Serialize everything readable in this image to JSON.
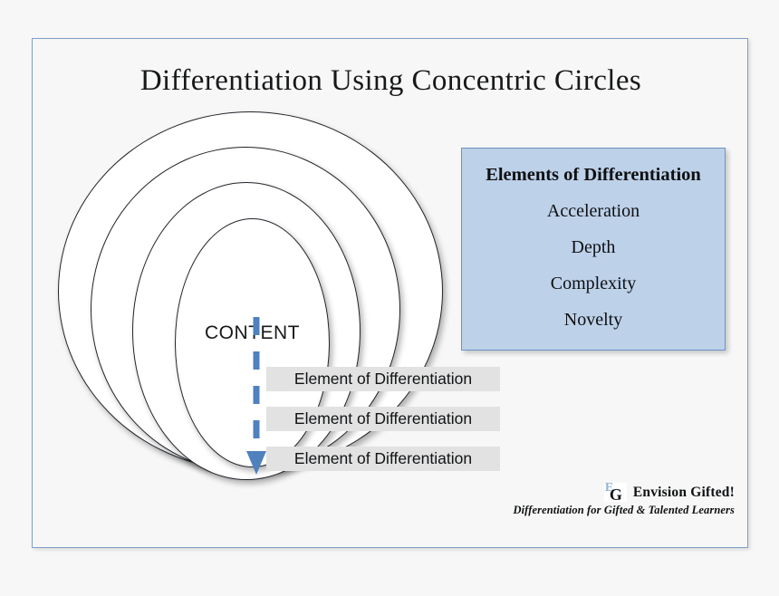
{
  "slide": {
    "title": "Differentiation Using Concentric Circles",
    "background_color": "#f7f7f7",
    "frame_border_color": "#7f9fc6"
  },
  "diagram": {
    "center_label": "CONTENT",
    "ring_count": 4,
    "ring_outline_color": "#20242a",
    "ring_fill_color": "#ffffff",
    "arrow": {
      "name": "dashed-down-arrow",
      "color": "#4f81bd",
      "direction": "down",
      "style": "dashed"
    },
    "element_labels": [
      "Element of Differentiation",
      "Element of Differentiation",
      "Element of Differentiation"
    ],
    "element_label_background": "#e2e2e2"
  },
  "legend": {
    "title": "Elements of Differentiation",
    "items": [
      "Acceleration",
      "Depth",
      "Complexity",
      "Novelty"
    ],
    "fill_color": "#bdd1e9",
    "border_color": "#6f93c4"
  },
  "footer": {
    "logo_mark_letter_1": "E",
    "logo_mark_letter_2": "G",
    "logo_mark_color": "#8fb4d4",
    "brand_name": "Envision Gifted!",
    "tagline": "Differentiation for Gifted & Talented Learners"
  }
}
